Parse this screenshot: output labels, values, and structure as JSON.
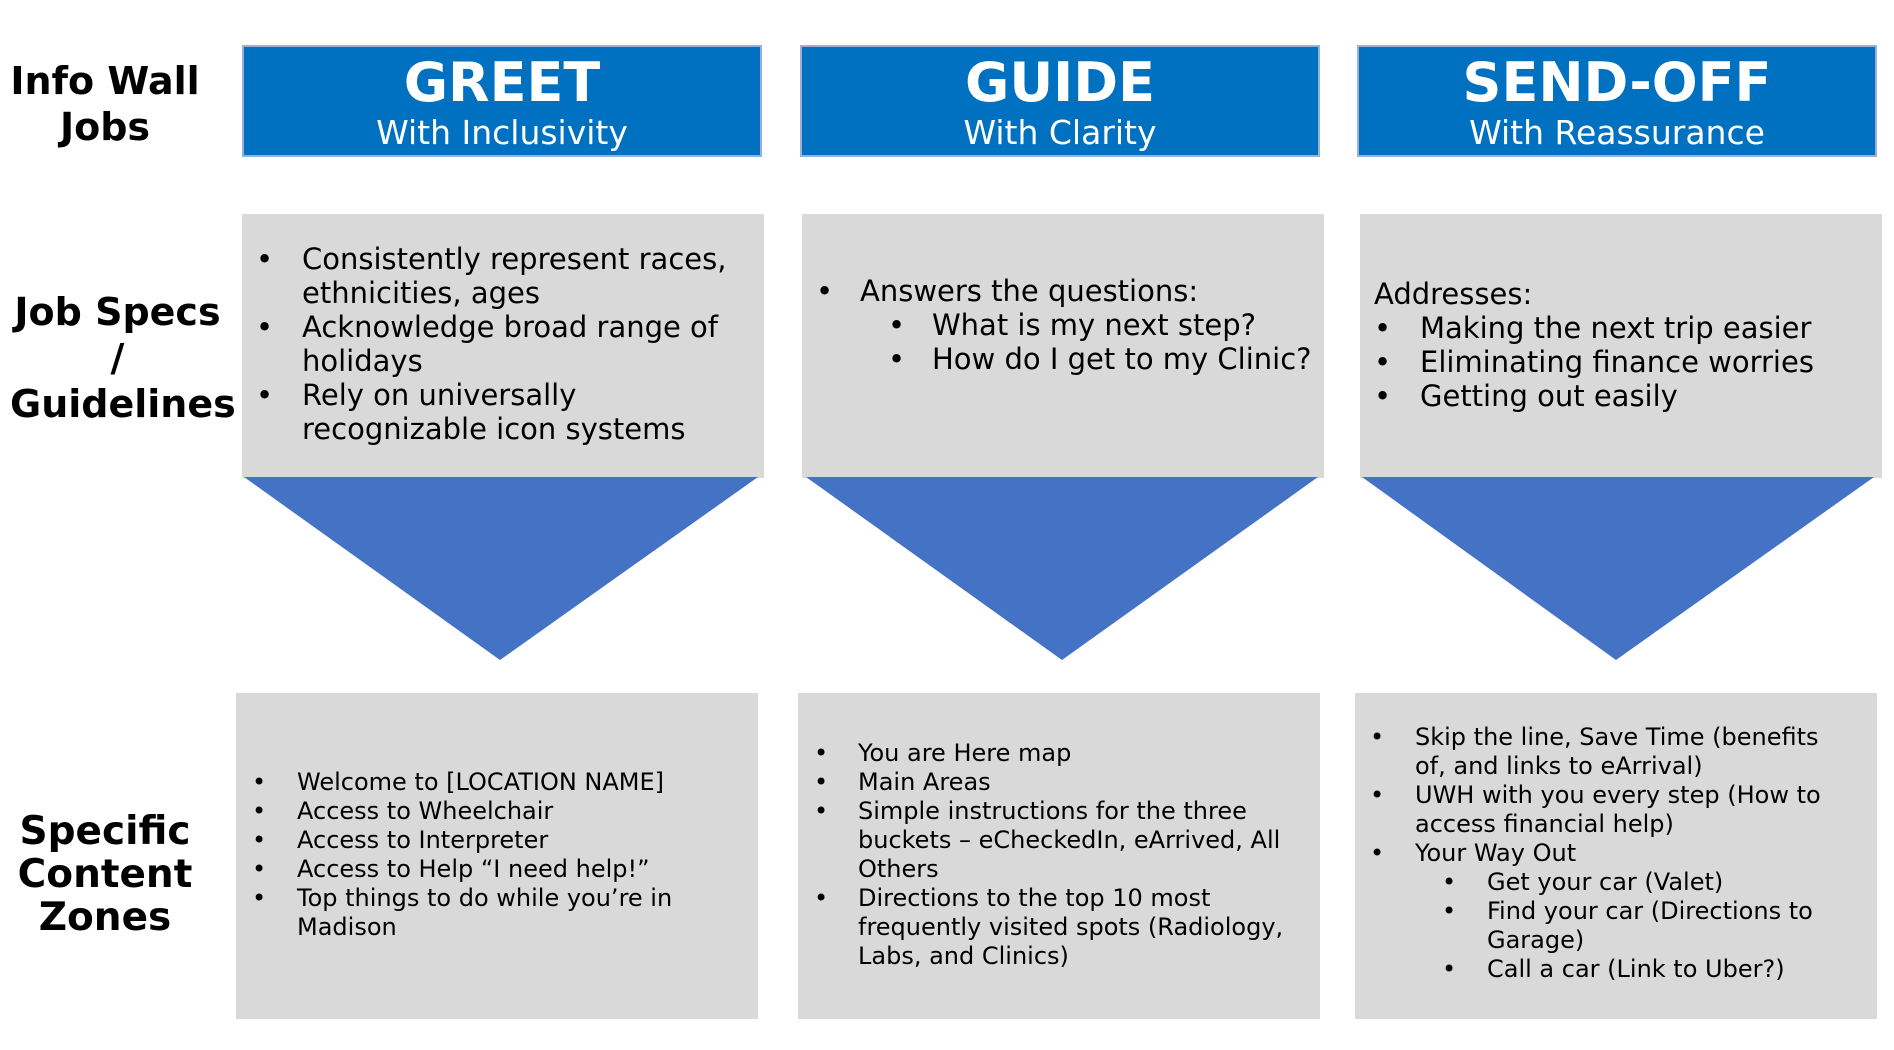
{
  "row_labels": {
    "jobs": "Info Wall\nJobs",
    "specs": "Job Specs /\nGuidelines",
    "content": "Specific\nContent\nZones"
  },
  "columns": [
    {
      "title": "GREET",
      "subtitle": "With Inclusivity",
      "spec_intro": "",
      "specs": [
        "Consistently represent races, ethnicities, ages",
        "Acknowledge broad range of holidays",
        "Rely on universally recognizable icon systems"
      ],
      "content": [
        "Welcome to [LOCATION NAME]",
        "Access to Wheelchair",
        "Access to Interpreter",
        "Access to Help “I need help!”",
        "Top things to do while you’re in Madison"
      ]
    },
    {
      "title": "GUIDE",
      "subtitle": "With Clarity",
      "spec_intro": "Answers the questions:",
      "specs": [
        "What is my next step?",
        "How do I get to my Clinic?"
      ],
      "content": [
        "You are Here map",
        "Main Areas",
        "Simple instructions for the three buckets – eCheckedIn, eArrived, All Others",
        "Directions to the top 10 most frequently visited spots (Radiology, Labs, and Clinics)"
      ]
    },
    {
      "title": "SEND-OFF",
      "subtitle": "With Reassurance",
      "spec_intro": "Addresses:",
      "specs": [
        "Making the next trip easier",
        "Eliminating finance worries",
        "Getting out easily"
      ],
      "content": [
        "Skip the line, Save Time (benefits of, and links to eArrival)",
        "UWH with you every step (How to access financial help)",
        "Your Way Out"
      ],
      "content_sub": [
        "Get your car (Valet)",
        "Find your car (Directions to Garage)",
        "Call a car (Link to Uber?)"
      ]
    }
  ],
  "colors": {
    "header_blue": "#0070c0",
    "arrow_blue": "#4472c4",
    "box_gray": "#d9d9d9"
  }
}
